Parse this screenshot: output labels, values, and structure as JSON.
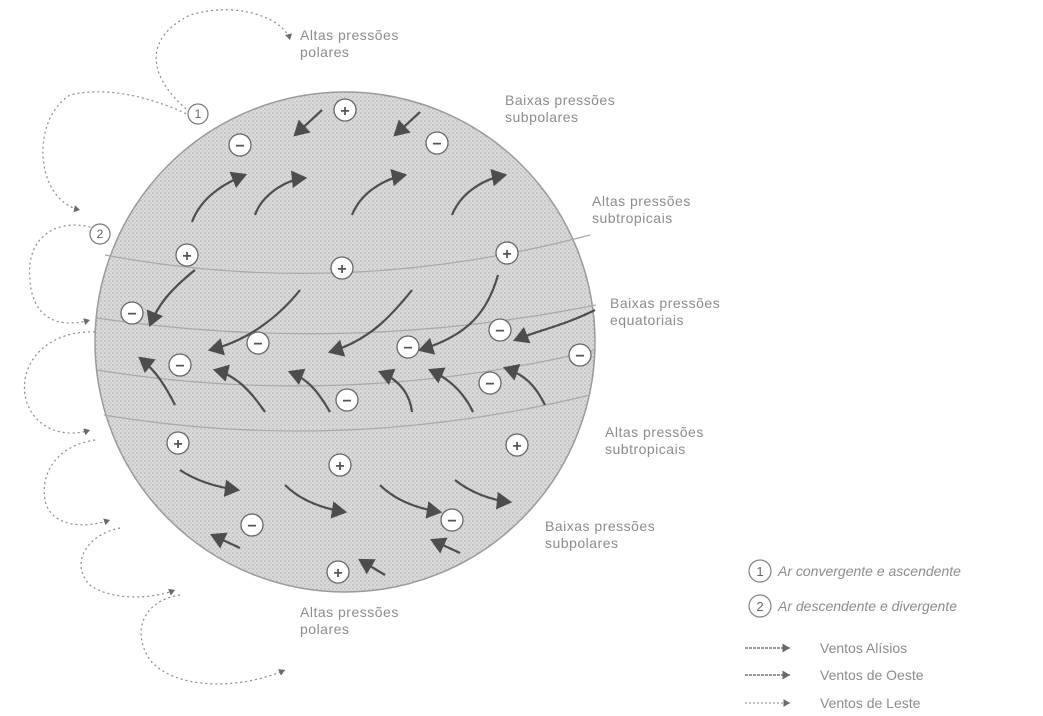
{
  "labels": {
    "top_high_polar": [
      "Altas pressões",
      "polares"
    ],
    "low_subpolar_north": [
      "Baixas pressões",
      "subpolares"
    ],
    "high_subtropical_north": [
      "Altas pressões",
      "subtropicais"
    ],
    "low_equatorial": [
      "Baixas pressões",
      "equatoriais"
    ],
    "high_subtropical_south": [
      "Altas pressões",
      "subtropicais"
    ],
    "low_subpolar_south": [
      "Baixas pressões",
      "subpolares"
    ],
    "bottom_high_polar": [
      "Altas pressões",
      "polares"
    ]
  },
  "pressure_symbols": {
    "high": "+",
    "low": "−"
  },
  "cell_markers": {
    "one": "1",
    "two": "2"
  },
  "legend": {
    "item1": {
      "num": "1",
      "text": "Ar convergente e ascendente"
    },
    "item2": {
      "num": "2",
      "text": "Ar descendente e divergente"
    },
    "item3": "Ventos Alísios",
    "item4": "Ventos de Oeste",
    "item5": "Ventos de Leste"
  },
  "colors": {
    "globe_fill": "#cfcfcf",
    "ink": "#6e6e6e",
    "arrow": "#5a5a5a",
    "text": "#8c8c8c"
  }
}
